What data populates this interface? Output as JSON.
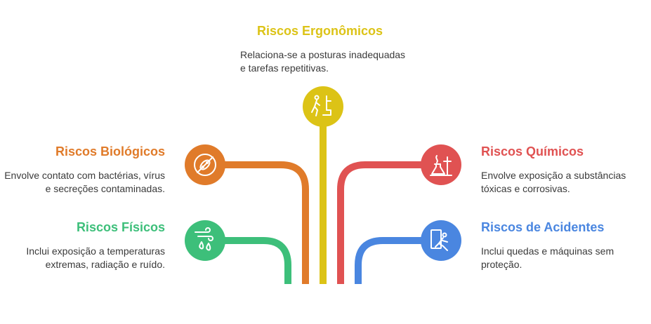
{
  "colors": {
    "orange": "#E07B2A",
    "yellow": "#DCC316",
    "red": "#E05252",
    "green": "#3DBF7A",
    "blue": "#4A86E0",
    "text": "#3a3a3a"
  },
  "items": {
    "ergonomicos": {
      "title": "Riscos Ergonômicos",
      "desc": "Relaciona-se a posturas inadequadas e tarefas repetitivas.",
      "icon": "person-walking-chair-icon"
    },
    "biologicos": {
      "title": "Riscos Biológicos",
      "desc": "Envolve contato com bactérias, vírus e secreções contaminadas.",
      "icon": "no-bacteria-icon"
    },
    "quimicos": {
      "title": "Riscos Químicos",
      "desc": "Envolve exposição a substâncias tóxicas e corrosivas.",
      "icon": "chemical-flask-icon"
    },
    "fisicos": {
      "title": "Riscos Físicos",
      "desc": "Inclui exposição a temperaturas extremas, radiação e ruído.",
      "icon": "wind-drops-icon"
    },
    "acidentes": {
      "title": "Riscos de Acidentes",
      "desc": "Inclui quedas e máquinas sem proteção.",
      "icon": "person-falling-icon"
    }
  }
}
